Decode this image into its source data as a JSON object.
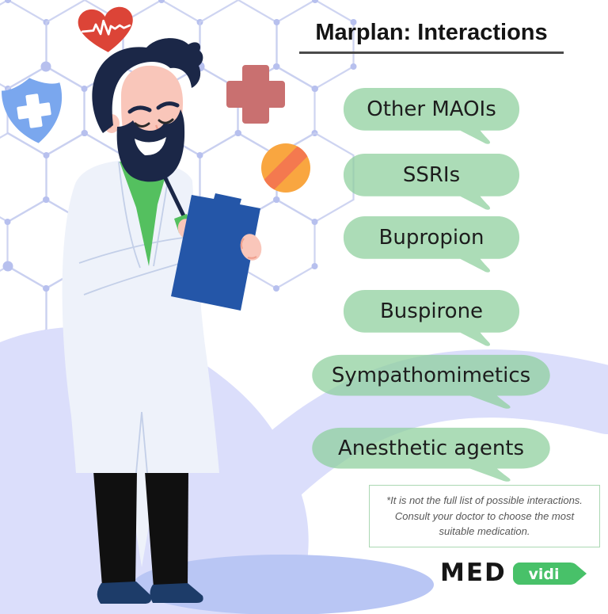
{
  "title": "Marplan: Interactions",
  "interactions": [
    {
      "label": "Other MAOIs"
    },
    {
      "label": "SSRIs"
    },
    {
      "label": "Bupropion"
    },
    {
      "label": "Buspirone"
    },
    {
      "label": "Sympathomimetics"
    },
    {
      "label": "Anesthetic agents"
    }
  ],
  "disclaimer": "*It is not the full list of possible interactions. Consult your doctor to choose the most suitable medication.",
  "logo": {
    "med": "MED",
    "vidi": "vidi"
  },
  "colors": {
    "badge_green": "#8ccf9b",
    "lavender_blob": "#dbdefb",
    "shadow_ellipse": "#b9c6f4",
    "logo_green": "#48c169",
    "heart_red": "#dc4437",
    "medical_cross_rose": "#c97070",
    "shield_blue": "#7aa7ee",
    "pill_orange": "#f9a640",
    "pill_stripe": "#f4794f",
    "doctor_hair_navy": "#1b2747",
    "clipboard_blue": "#2456a8",
    "shirt_green": "#54c05f"
  },
  "icons": [
    {
      "name": "heartbeat-heart-icon"
    },
    {
      "name": "shield-cross-icon"
    },
    {
      "name": "medical-cross-icon"
    },
    {
      "name": "pill-icon"
    },
    {
      "name": "doctor-with-clipboard-illustration"
    }
  ]
}
